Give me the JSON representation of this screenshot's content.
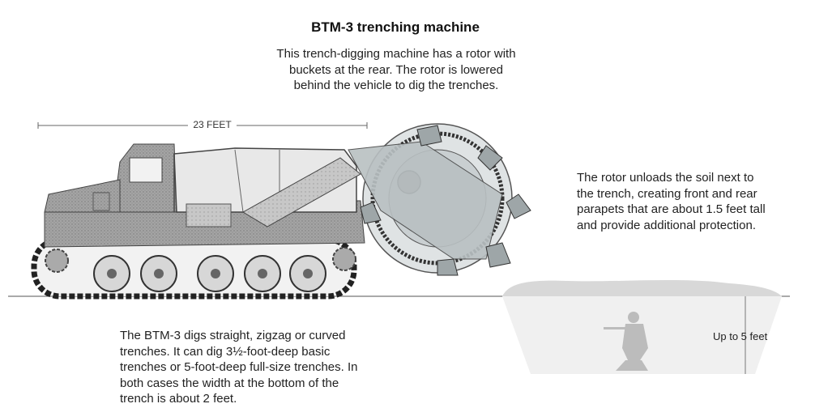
{
  "title": "BTM-3 trenching machine",
  "intro": "This trench-digging machine has a rotor with buckets at the rear. The rotor is lowered behind the vehicle to dig the trenches.",
  "length_label": "23 FEET",
  "rotor_note": "The rotor unloads the soil next to the trench, creating front and rear parapets that are about 1.5 feet tall and provide additional protection.",
  "digs_note": "The BTM-3 digs straight, zigzag or curved trenches. It can dig 3½-foot-deep basic trenches or 5-foot-deep full-size trenches. In both cases the width at the bottom of the trench is about 2 feet.",
  "depth_label": "Up to 5 feet",
  "colors": {
    "body": "#9a9a9a",
    "rotor": "#c9cfd1",
    "track": "#2a2a2a",
    "trench": "#efefef"
  }
}
